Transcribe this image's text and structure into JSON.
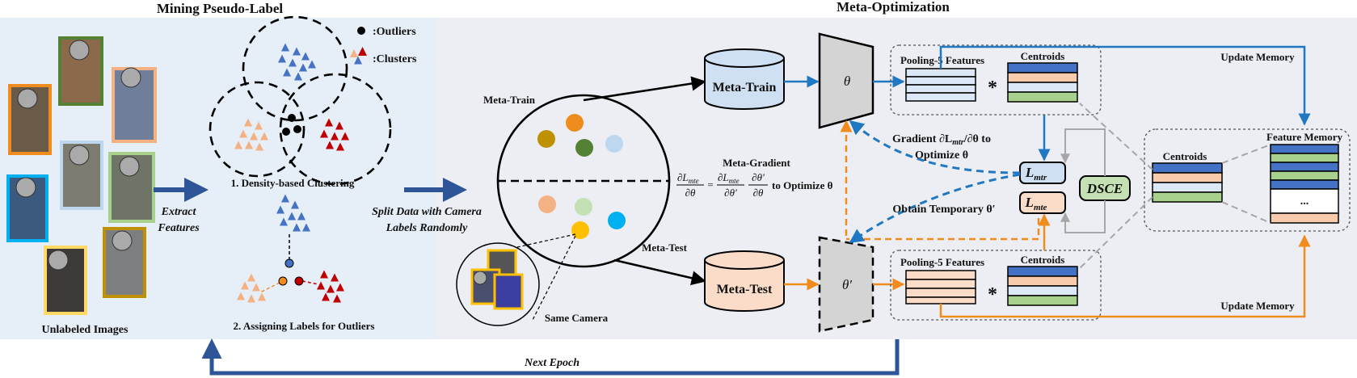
{
  "left_section": {
    "title": "Mining Pseudo-Label",
    "images_caption": "Unlabeled Images",
    "extract_label": [
      "Extract",
      "Features"
    ],
    "legend_outliers": ":Outliers",
    "legend_clusters": ":Clusters",
    "step1_label": "1. Density-based Clustering",
    "step2_label": "2. Assigning Labels for Outliers"
  },
  "right_section": {
    "title": "Meta-Optimization",
    "split_label": [
      "Split Data with Camera",
      "Labels Randomly"
    ],
    "meta_train_circle_label": "Meta-Train",
    "meta_test_circle_label": "Meta-Test",
    "same_camera_label": "Same Camera",
    "meta_train_db": "Meta-Train",
    "meta_test_db": "Meta-Test",
    "theta": "θ",
    "theta_prime": "θ′",
    "meta_gradient_title": "Meta-Gradient",
    "meta_gradient_formula": {
      "lhs_num": "∂L",
      "lhs_num_sub": "mte",
      "lhs_den": "∂θ",
      "eq": "=",
      "r1_num": "∂L",
      "r1_num_sub": "mte",
      "r1_den": "∂θ′",
      "r2_num": "∂θ′",
      "r2_den": "∂θ"
    },
    "meta_gradient_suffix": "to Optimize θ",
    "gradient_label_line1": "Gradient ∂L",
    "gradient_label_sub": "mtr",
    "gradient_label_tail": "/∂θ to",
    "gradient_label_line2": "Optimize θ",
    "obtain_temp_label": "Obtain Temporary θ′",
    "l_mtr": "L",
    "l_mtr_sub": "mtr",
    "l_mte": "L",
    "l_mte_sub": "mte",
    "dsce": "DSCE",
    "pool5_top": "Pooling-5 Features",
    "centroids_top": "Centroids",
    "pool5_bottom": "Pooling-5 Features",
    "centroids_bottom": "Centroids",
    "multiply": "*",
    "update_memory_top": "Update Memory",
    "update_memory_bottom": "Update Memory",
    "feature_memory_title": "Feature Memory",
    "memory_centroids_label": "Centroids",
    "memory_ellipsis": "...",
    "next_epoch": "Next Epoch"
  },
  "colors": {
    "left_bg": "#e6eef8",
    "right_bg": "#eceef3",
    "blue_arrow": "#2d5597",
    "train_blue": "#1f78c1",
    "test_orange": "#f08c1e",
    "db_train_fill": "#cfe0f2",
    "db_test_fill": "#fbdcc8",
    "theta_fill": "#d4d4d4",
    "bar_blue": "#4472c4",
    "bar_peach": "#f8cbad",
    "bar_green": "#a9d18e",
    "dsce_fill": "#c5e0b3",
    "cluster_blue": "#4472c4",
    "cluster_peach": "#f4b183",
    "cluster_red": "#c00000",
    "gray_link": "#a6a6a6"
  },
  "icons": [
    "person-image",
    "outlier-dot",
    "cluster-triangle",
    "database-cylinder",
    "trapezoid-model"
  ]
}
